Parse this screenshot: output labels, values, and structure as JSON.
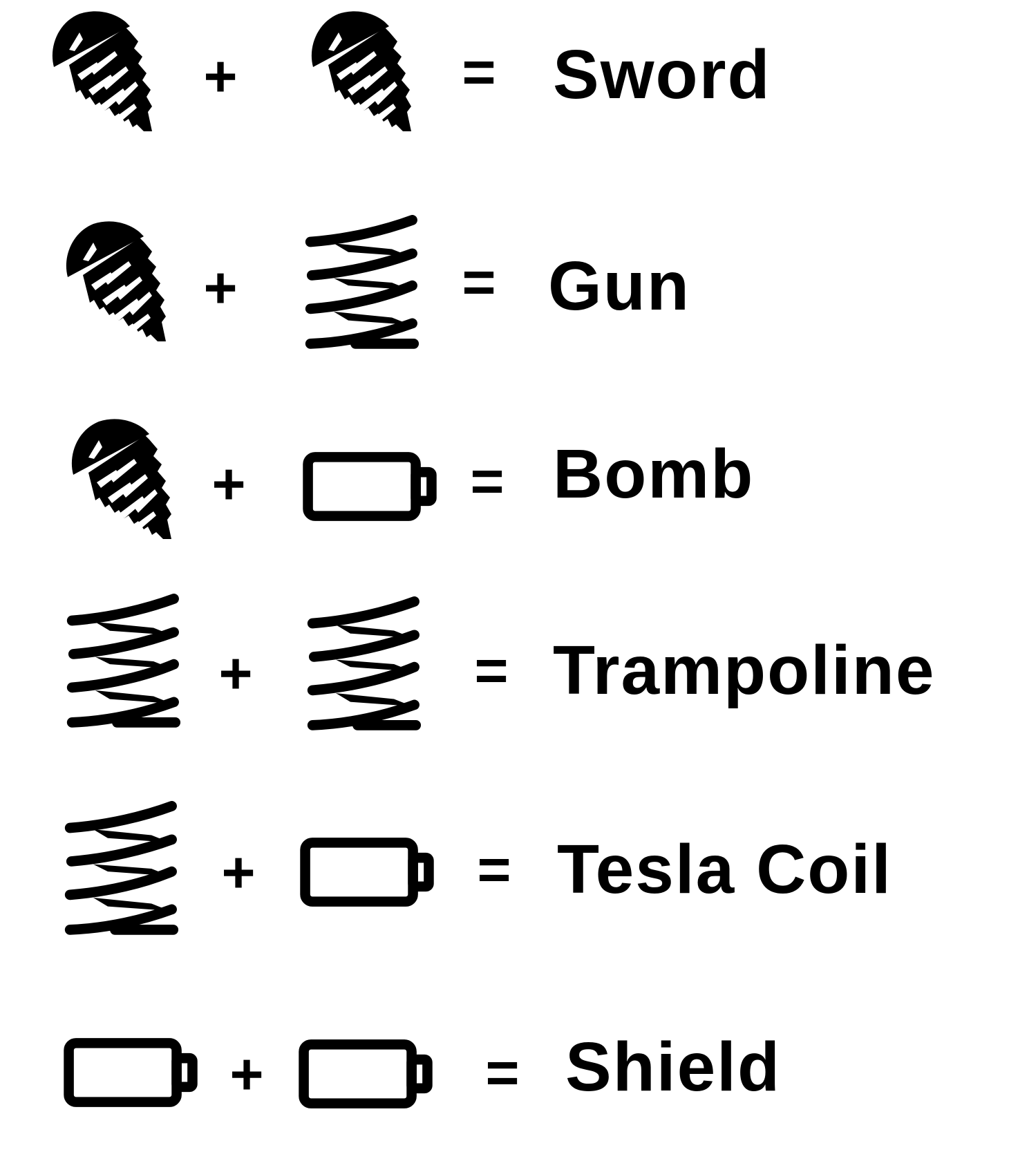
{
  "recipes": [
    {
      "a": "screw-icon",
      "b": "screw-icon",
      "plus": "+",
      "equals": "=",
      "result": "Sword"
    },
    {
      "a": "screw-icon",
      "b": "spring-icon",
      "plus": "+",
      "equals": "=",
      "result": "Gun"
    },
    {
      "a": "screw-icon",
      "b": "battery-icon",
      "plus": "+",
      "equals": "=",
      "result": "Bomb"
    },
    {
      "a": "spring-icon",
      "b": "spring-icon",
      "plus": "+",
      "equals": "=",
      "result": "Trampoline"
    },
    {
      "a": "spring-icon",
      "b": "battery-icon",
      "plus": "+",
      "equals": "=",
      "result": "Tesla Coil"
    },
    {
      "a": "battery-icon",
      "b": "battery-icon",
      "plus": "+",
      "equals": "=",
      "result": "Shield"
    }
  ],
  "colors": {
    "ink": "#000000",
    "background": "#ffffff"
  }
}
